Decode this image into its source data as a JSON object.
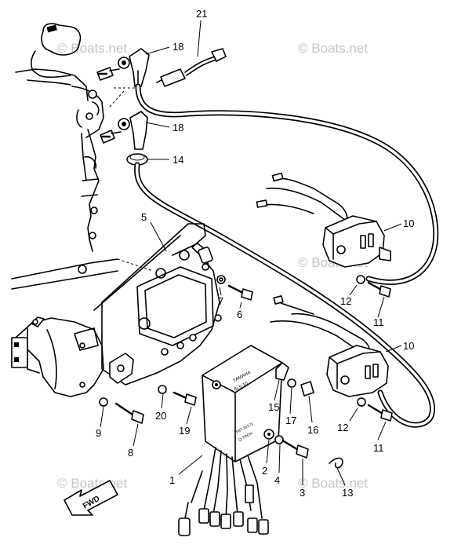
{
  "watermark": {
    "text": "© Boats.net"
  },
  "part_labels": {
    "p1": "1",
    "p2": "2",
    "p3": "3",
    "p4": "4",
    "p5": "5",
    "p6": "6",
    "p7": "7",
    "p8": "8",
    "p9": "9",
    "p10a": "10",
    "p10b": "10",
    "p11a": "11",
    "p11b": "11",
    "p12a": "12",
    "p12b": "12",
    "p13": "13",
    "p14": "14",
    "p15": "15",
    "p16": "16",
    "p17": "17",
    "p18a": "18",
    "p18b": "18",
    "p19": "19",
    "p20": "20",
    "p21": "21"
  },
  "fwd_arrow": {
    "label": "FWD"
  },
  "cdi_unit": {
    "brand": "YAMAHA",
    "code": "6L5-10",
    "line1": "F8T-16171",
    "line2": "Q-TRON"
  },
  "colors": {
    "ink": "#000000",
    "paper": "#ffffff",
    "watermark": "#c4c4c4"
  }
}
